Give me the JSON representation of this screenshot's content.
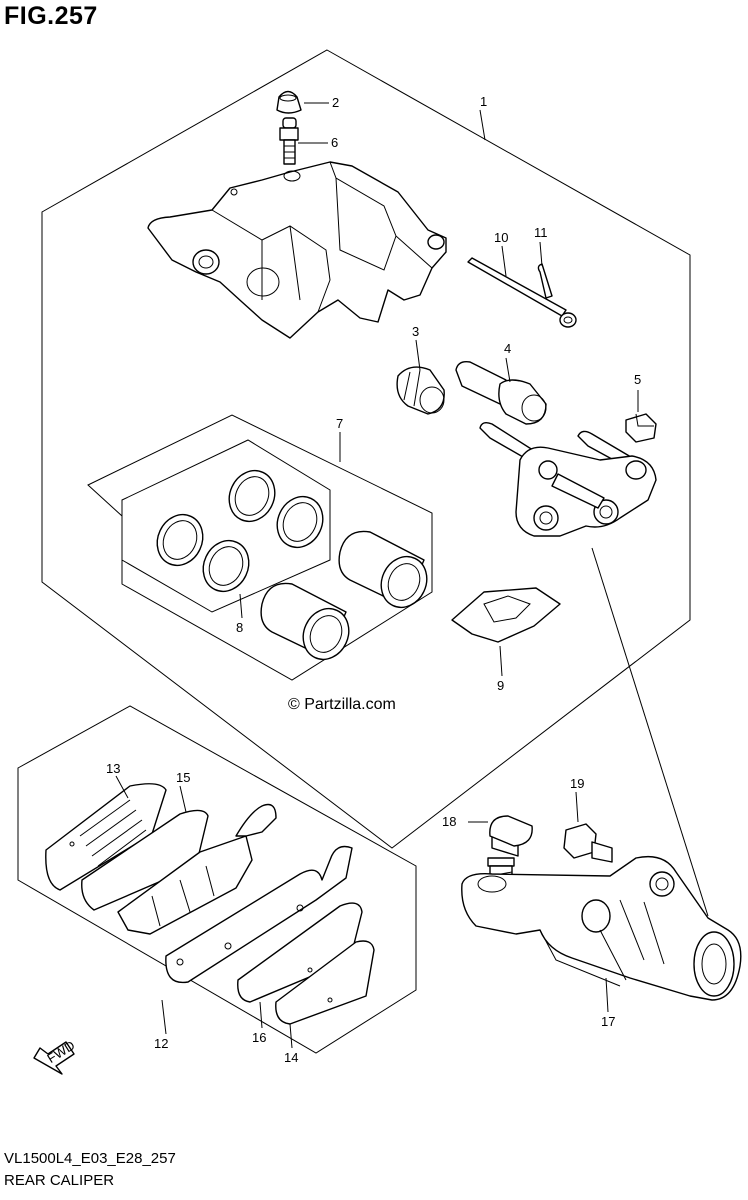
{
  "figure": {
    "title": "FIG.257"
  },
  "footer": {
    "model_code": "VL1500L4_E03_E28_257",
    "section_name": "REAR CALIPER"
  },
  "copyright": "© Partzilla.com",
  "fwd_label": "FWD",
  "callouts": [
    {
      "id": "1",
      "label": "1"
    },
    {
      "id": "2",
      "label": "2"
    },
    {
      "id": "3",
      "label": "3"
    },
    {
      "id": "4",
      "label": "4"
    },
    {
      "id": "5",
      "label": "5"
    },
    {
      "id": "6",
      "label": "6"
    },
    {
      "id": "7",
      "label": "7"
    },
    {
      "id": "8",
      "label": "8"
    },
    {
      "id": "9",
      "label": "9"
    },
    {
      "id": "10",
      "label": "10"
    },
    {
      "id": "11",
      "label": "11"
    },
    {
      "id": "12",
      "label": "12"
    },
    {
      "id": "13",
      "label": "13"
    },
    {
      "id": "14",
      "label": "14"
    },
    {
      "id": "15",
      "label": "15"
    },
    {
      "id": "16",
      "label": "16"
    },
    {
      "id": "17",
      "label": "17"
    },
    {
      "id": "18",
      "label": "18"
    },
    {
      "id": "19",
      "label": "19"
    }
  ]
}
